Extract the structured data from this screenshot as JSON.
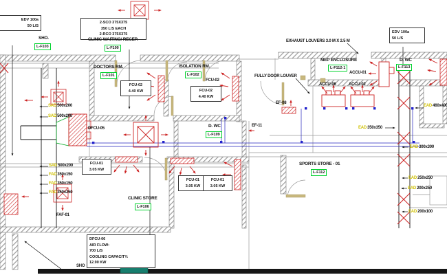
{
  "colors": {
    "red": "#cc2222",
    "green_tag": "#00d22d",
    "yellow": "#cfc000",
    "navy": "#2222bb",
    "teal": "#177e6e",
    "hatch_grey": "#9a9a9a",
    "wall_black": "#161616",
    "door_tan": "#c8b87e",
    "transition_green": "#00aa22"
  },
  "rooms": {
    "sho_top": {
      "name": "SHO.",
      "tag": "L-F103"
    },
    "clinic_waiting": {
      "name": "CLINIC WAITING/ RECEP.",
      "tag": "L-F100"
    },
    "doctors": {
      "name": "DOCTORS RM.",
      "tag": "L-F101"
    },
    "isolation": {
      "name": "ISOLATION RM.",
      "tag": "L-F102"
    },
    "dwc_mid": {
      "name": "D. WC",
      "tag": "L-F109"
    },
    "clinic_store": {
      "name": "CLINIC STORE",
      "tag": "L-F106"
    },
    "sports_store": {
      "name": "SPORTS STORE - 01",
      "tag": "L-F112"
    },
    "mep_enclosure": {
      "name": "MEP ENCLOSURE",
      "tag": "L-F112-1"
    },
    "dwc_right": {
      "name": "D. WC",
      "tag": "L-F113"
    },
    "sho_bottom": {
      "name": "SHO"
    }
  },
  "notes": {
    "edv_left": [
      "EDV 100a",
      "50 L/S"
    ],
    "sco": [
      "2-SCO 375X375",
      "350 L/S EACH",
      "2-RCO 375X375"
    ],
    "edv_right": [
      "EDV 100a",
      "50 L/S"
    ],
    "dfcu": [
      "DFCU-06",
      "AIR FLOW:",
      "700 L/S",
      "COOLING CAPACITY:",
      "12.90 KW"
    ],
    "exhaust_louvers": "EXHAUST LOUVERS 3.0 M X 2.5 M",
    "fully_door_louver": "FULLY DOOR LOUVER"
  },
  "equipment": {
    "fcu02_doctors": [
      "FCU-02",
      "4.40 KW"
    ],
    "fcu02_isolation": [
      "FCU-02",
      "4.40 KW"
    ],
    "fcu01_a": [
      "FCU-01",
      "3.05 KW"
    ],
    "fcu01_b": [
      "FCU-01",
      "3.05 KW"
    ],
    "fcu01_c": [
      "FCU-01",
      "3.05 KW"
    ],
    "fcu02_label": "FCU-02",
    "dfcu05": "DFCU-05",
    "faf01": "FAF-01",
    "ef08": "EF-08",
    "ef11": "EF-11",
    "accu01": "ACCU-01",
    "accu02": "ACCU-02",
    "accu06": "ACCU-06"
  },
  "duct_labels": {
    "sad1": {
      "prefix": "SAD",
      "size": "500x200"
    },
    "sad2": {
      "prefix": "SAD",
      "size": "500x200"
    },
    "sad3": {
      "prefix": "SAD",
      "size": "500x200"
    },
    "fad1": {
      "prefix": "FAD",
      "size": "350x150"
    },
    "fad2": {
      "prefix": "FAD",
      "size": "350x150"
    },
    "fad3": {
      "prefix": "FAD",
      "size": "350x250"
    },
    "ead_350": {
      "prefix": "EAD",
      "size": "350x350"
    },
    "ead_300": {
      "prefix": "EAD",
      "size": "300x300"
    },
    "ead_250": {
      "prefix": "EAD",
      "size": "250x250"
    },
    "ead_200_250": {
      "prefix": "EAD",
      "size": "200x250"
    },
    "ead_200_100": {
      "prefix": "EAD",
      "size": "200x100"
    },
    "ead_460": {
      "prefix": "EAD",
      "size": "460x400"
    }
  }
}
